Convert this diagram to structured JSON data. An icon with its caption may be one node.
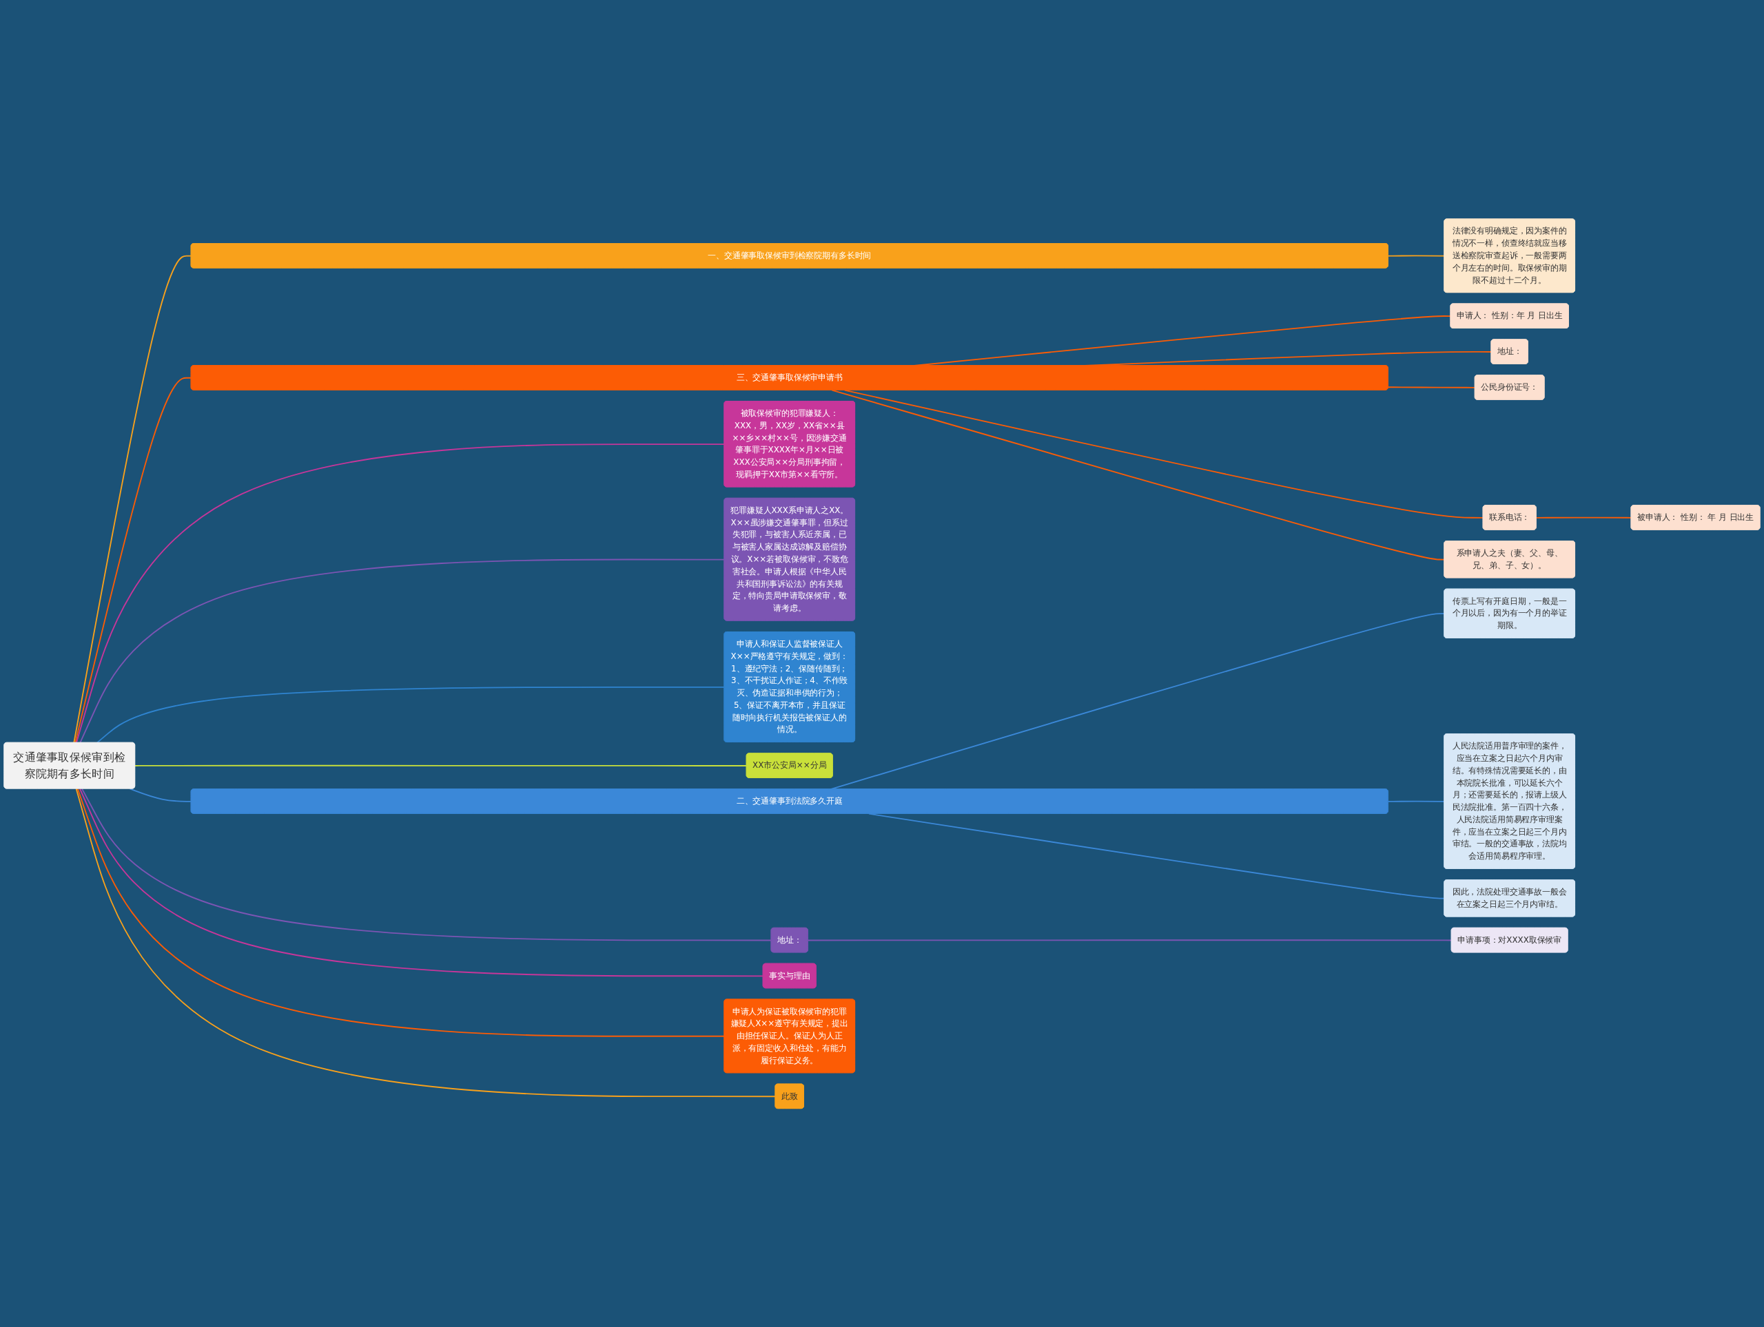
{
  "diagram": {
    "nodes": [
      {
        "text": [
          "交通肇事取保候审到检察院期有多长时间"
        ]
      },
      {
        "text": [
          "一、交通肇事取保候审到检察院期有多长时间"
        ]
      },
      {
        "text": [
          "法律没有明确规定，因为案件的情况不一样，侦查终结就应当移送检察院审查起诉，一般需要两个月左右的时间。取保候审的期限不超过十二个月。"
        ]
      },
      {
        "text": [
          "三、交通肇事取保候审申请书"
        ]
      },
      {
        "text": [
          "申请人： 性别：年 月 日出生"
        ]
      },
      {
        "text": [
          "地址："
        ]
      },
      {
        "text": [
          "公民身份证号："
        ]
      },
      {
        "text": [
          "联系电话："
        ]
      },
      {
        "text": [
          "被申请人： 性别： 年 月 日出生"
        ]
      },
      {
        "text": [
          "系申请人之夫（妻、父、母、兄、弟、子、女）。"
        ]
      },
      {
        "text": [
          "被取保候审的犯罪嫌疑人：XXX，男，XX岁，XX省××县××乡××村××号，因涉嫌交通肇事罪于XXXX年×月××日被XXX公安局××分局刑事拘留，现羁押于XX市第××看守所。"
        ]
      },
      {
        "text": [
          "犯罪嫌疑人XXX系申请人之XX。X××虽涉嫌交通肇事罪，但系过失犯罪，与被害人系近亲属，已与被害人家属达成谅解及赔偿协议。X××若被取保候审，不致危害社会。申请人根据《中华人民共和国刑事诉讼法》的有关规定，特向贵局申请取保候审，敬请考虑。"
        ]
      },
      {
        "text": [
          "申请人和保证人监督被保证人X××严格遵守有关规定，做到：1、遵纪守法；2、保随传随到；3、不干扰证人作证；4、不作毁灭、伪造证据和串供的行为；5、保证不离开本市，并且保证随时向执行机关报告被保证人的情况。"
        ]
      },
      {
        "text": [
          "XX市公安局××分局"
        ]
      },
      {
        "text": [
          "二、交通肇事到法院多久开庭"
        ]
      },
      {
        "text": [
          "传票上写有开庭日期，一般是一个月以后，因为有一个月的举证期限。"
        ]
      },
      {
        "text": [
          "人民法院适用普序审理的案件，应当在立案之日起六个月内审结。有特殊情况需要延长的，由本院院长批准，可以延长六个月；还需要延长的，报请上级人民法院批准。第一百四十六条，人民法院适用简易程序审理案件，应当在立案之日起三个月内审结。一般的交通事故，法院均会适用简易程序审理。"
        ]
      },
      {
        "text": [
          "因此，法院处理交通事故一般会在立案之日起三个月内审结。"
        ]
      },
      {
        "text": [
          "地址："
        ]
      },
      {
        "text": [
          "申请事项：对XXXX取保候审"
        ]
      },
      {
        "text": [
          "事实与理由"
        ]
      },
      {
        "text": [
          "申请人为保证被取保候审的犯罪嫌疑人X××遵守有关规定，提出由担任保证人。保证人为人正派，有固定收入和住处，有能力履行保证义务。"
        ]
      },
      {
        "text": [
          "此致"
        ]
      }
    ],
    "edges": [
      {
        "from": 0,
        "to": 1,
        "arrow": "none",
        "color": "#f9a11b"
      },
      {
        "from": 1,
        "to": 2,
        "arrow": "none",
        "color": "#f9a11b"
      },
      {
        "from": 0,
        "to": 3,
        "arrow": "none",
        "color": "#fc5c05"
      },
      {
        "from": 3,
        "to": 4,
        "arrow": "none",
        "color": "#fc5c05"
      },
      {
        "from": 3,
        "to": 5,
        "arrow": "none",
        "color": "#fc5c05"
      },
      {
        "from": 3,
        "to": 6,
        "arrow": "none",
        "color": "#fc5c05"
      },
      {
        "from": 3,
        "to": 7,
        "arrow": "none",
        "color": "#fc5c05"
      },
      {
        "from": 7,
        "to": 8,
        "arrow": "none",
        "color": "#fc5c05"
      },
      {
        "from": 3,
        "to": 9,
        "arrow": "none",
        "color": "#fc5c05"
      },
      {
        "from": 0,
        "to": 10,
        "arrow": "none",
        "color": "#c7369a"
      },
      {
        "from": 0,
        "to": 11,
        "arrow": "none",
        "color": "#7c55b3"
      },
      {
        "from": 0,
        "to": 12,
        "arrow": "none",
        "color": "#2f84d0"
      },
      {
        "from": 0,
        "to": 13,
        "arrow": "none",
        "color": "#c9e03a"
      },
      {
        "from": 0,
        "to": 14,
        "arrow": "none",
        "color": "#3b88d8"
      },
      {
        "from": 14,
        "to": 15,
        "arrow": "none",
        "color": "#3b88d8"
      },
      {
        "from": 14,
        "to": 16,
        "arrow": "none",
        "color": "#3b88d8"
      },
      {
        "from": 14,
        "to": 17,
        "arrow": "none",
        "color": "#3b88d8"
      },
      {
        "from": 0,
        "to": 18,
        "arrow": "none",
        "color": "#7c55b3"
      },
      {
        "from": 18,
        "to": 19,
        "arrow": "none",
        "color": "#7c55b3"
      },
      {
        "from": 0,
        "to": 20,
        "arrow": "none",
        "color": "#c7369a"
      },
      {
        "from": 0,
        "to": 21,
        "arrow": "none",
        "color": "#fc5c05"
      },
      {
        "from": 0,
        "to": 22,
        "arrow": "none",
        "color": "#f9a11b"
      }
    ]
  }
}
